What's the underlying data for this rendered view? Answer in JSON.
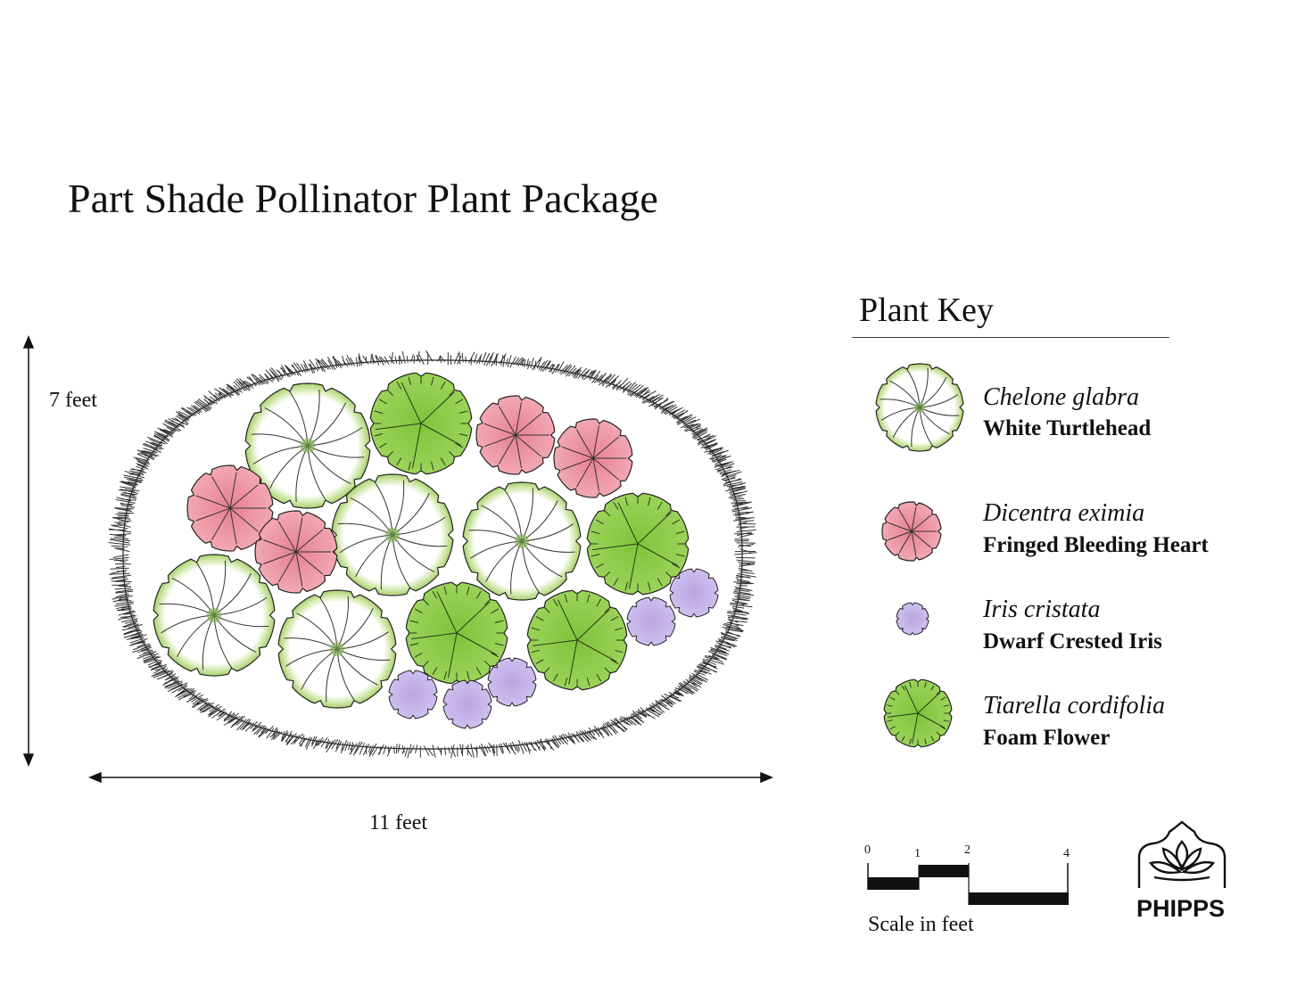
{
  "title": "Part Shade Pollinator Plant Package",
  "dimensions": {
    "height_label": "7 feet",
    "width_label": "11 feet"
  },
  "plant_key": {
    "title": "Plant Key",
    "items": [
      {
        "scientific": "Chelone glabra",
        "common": "White Turtlehead",
        "symbol": "white-turtlehead-symbol",
        "color": "#b5d77a"
      },
      {
        "scientific": "Dicentra eximia",
        "common": "Fringed Bleeding Heart",
        "symbol": "bleeding-heart-symbol",
        "color": "#ef9aa7"
      },
      {
        "scientific": "Iris cristata",
        "common": "Dwarf  Crested Iris",
        "symbol": "crested-iris-symbol",
        "color": "#c4b3e6"
      },
      {
        "scientific": "Tiarella cordifolia",
        "common": "Foam Flower",
        "symbol": "foam-flower-symbol",
        "color": "#8fcd4a"
      }
    ]
  },
  "scale": {
    "caption": "Scale in feet",
    "ticks": [
      "0",
      "1",
      "2",
      "4"
    ]
  },
  "logo": {
    "text": "PHIPPS",
    "icon": "lotus-arch-icon"
  }
}
